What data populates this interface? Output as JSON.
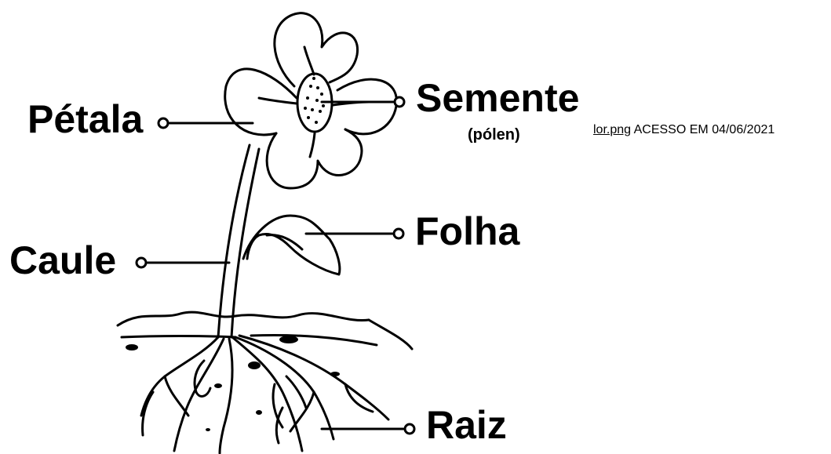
{
  "labels": {
    "petala": "Pétala",
    "semente": "Semente",
    "polen": "(pólen)",
    "folha": "Folha",
    "caule": "Caule",
    "raiz": "Raiz"
  },
  "source": {
    "link_text": "lor.png",
    "text": " ACESSO EM 04/06/2021"
  }
}
